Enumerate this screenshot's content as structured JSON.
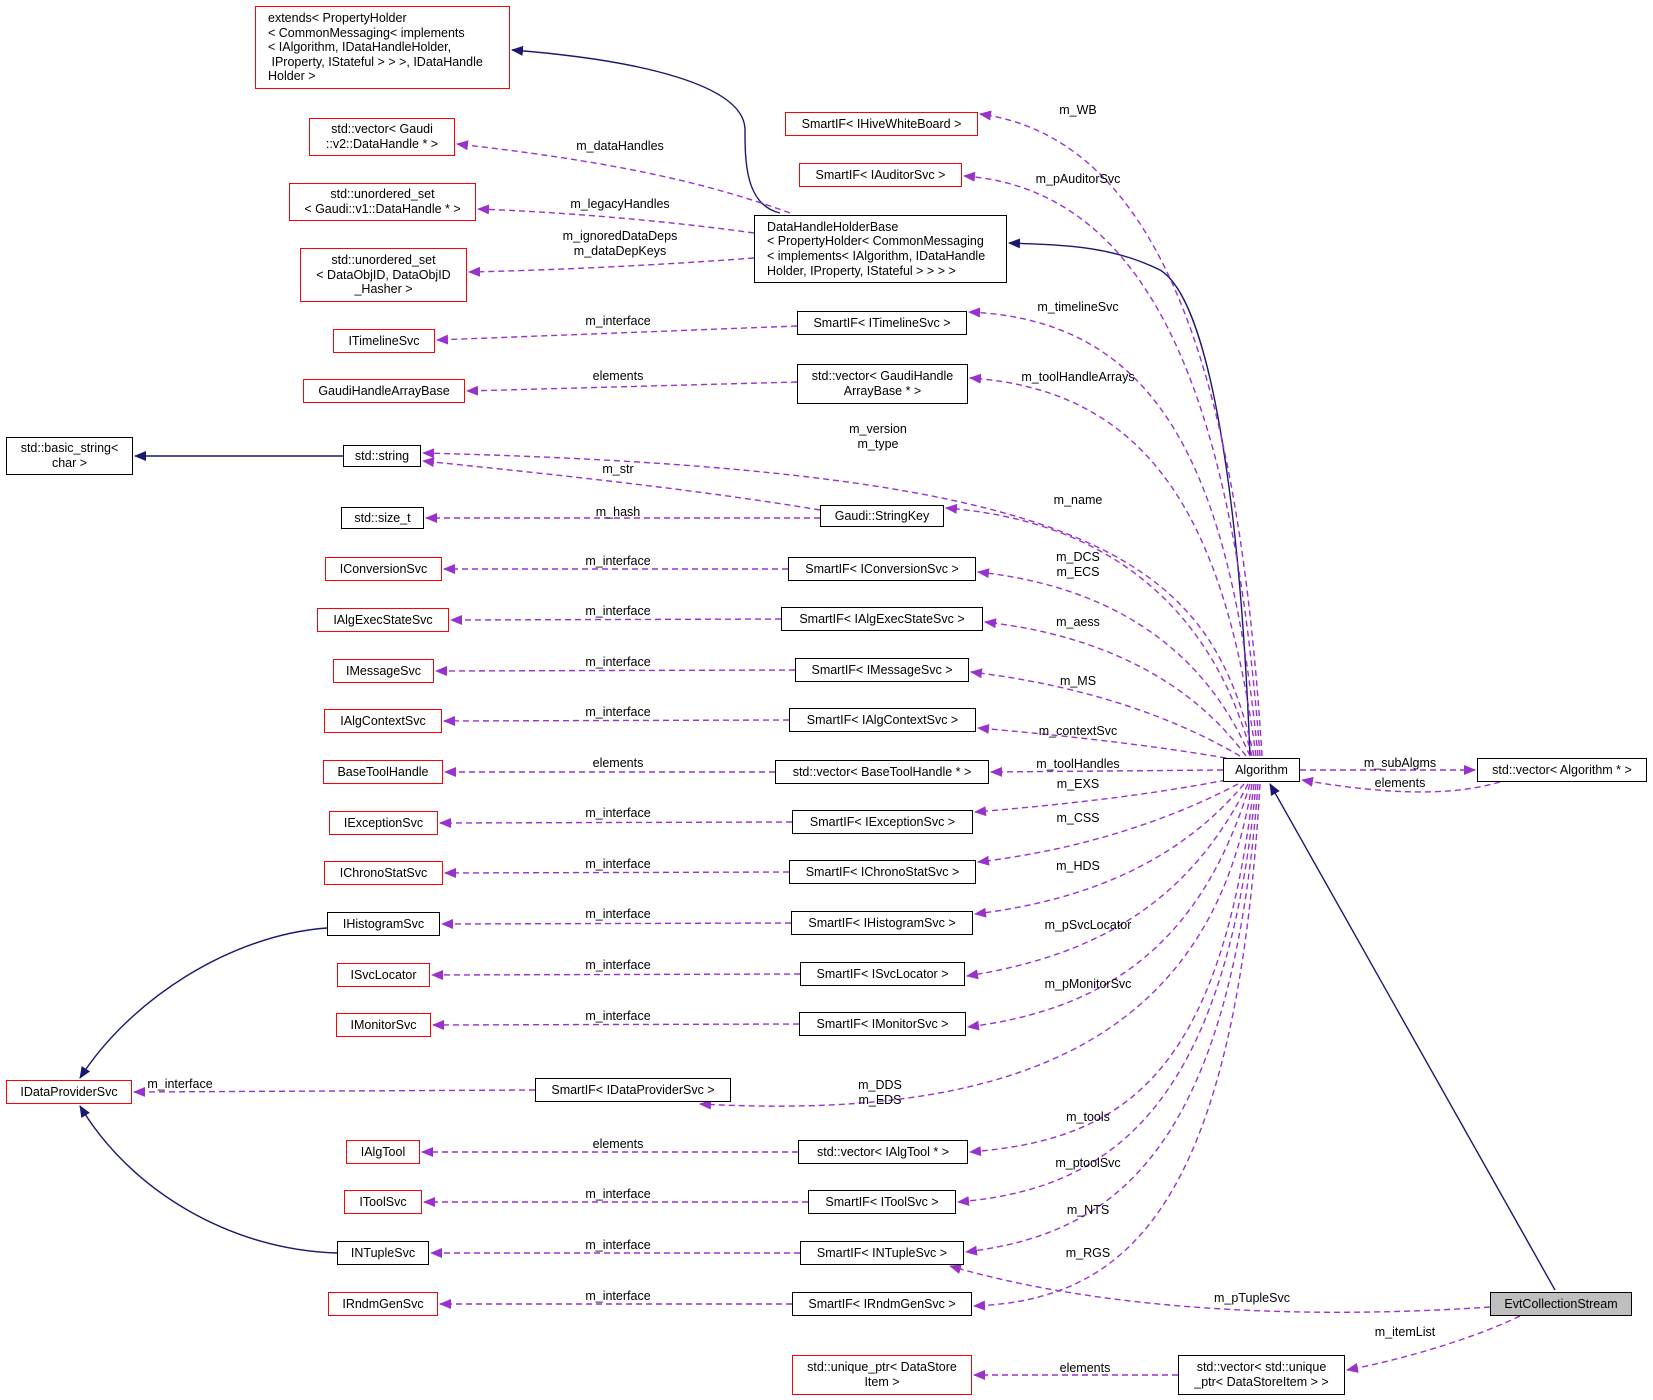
{
  "colors": {
    "inherit_edge": "#191970",
    "usage_edge": "#9932cc",
    "incomplete_border": "#ff0000",
    "complete_border": "#000000",
    "focus_fill": "#bfbfbf"
  },
  "nodes": {
    "extends_propertyholder": "extends< PropertyHolder\n< CommonMessaging< implements\n< IAlgorithm, IDataHandleHolder,\n IProperty, IStateful > > >, IDataHandle\nHolder >",
    "vector_v2_datahandle": "std::vector< Gaudi\n::v2::DataHandle * >",
    "unordered_set_v1_datahandle": "std::unordered_set\n< Gaudi::v1::DataHandle * >",
    "unordered_set_dataobjid": "std::unordered_set\n< DataObjID, DataObjID\n_Hasher >",
    "itimelinesvc": "ITimelineSvc",
    "gaudihandlearraybase": "GaudiHandleArrayBase",
    "basic_string": "std::basic_string<\nchar >",
    "std_string": "std::string",
    "std_size_t": "std::size_t",
    "iconversionsvc": "IConversionSvc",
    "ialgexecstatesvc": "IAlgExecStateSvc",
    "imessagesvc": "IMessageSvc",
    "ialgcontextsvc": "IAlgContextSvc",
    "basetoolhandle": "BaseToolHandle",
    "iexceptionsvc": "IExceptionSvc",
    "ichronostatsvc": "IChronoStatSvc",
    "ihistogramsvc": "IHistogramSvc",
    "isvclocator": "ISvcLocator",
    "imonitorsvc": "IMonitorSvc",
    "idataprovidersvc": "IDataProviderSvc",
    "ialgtool": "IAlgTool",
    "itoolsvc": "IToolSvc",
    "intuplesvc": "INTupleSvc",
    "irndmgensvc": "IRndmGenSvc",
    "unique_ptr_datastoreitem": "std::unique_ptr< DataStore\nItem >",
    "smartif_ihivewhiteboard": "SmartIF< IHiveWhiteBoard >",
    "smartif_iauditorsvc": "SmartIF< IAuditorSvc >",
    "datahandleholderbase": "DataHandleHolderBase\n< PropertyHolder< CommonMessaging\n< implements< IAlgorithm, IDataHandle\nHolder, IProperty, IStateful > > > >",
    "smartif_itimelinesvc": "SmartIF< ITimelineSvc >",
    "vector_gaudihandlearraybase": "std::vector< GaudiHandle\nArrayBase * >",
    "gaudi_stringkey": "Gaudi::StringKey",
    "smartif_iconversionsvc": "SmartIF< IConversionSvc >",
    "smartif_ialgexecstatesvc": "SmartIF< IAlgExecStateSvc >",
    "smartif_imessagesvc": "SmartIF< IMessageSvc >",
    "smartif_ialgcontextsvc": "SmartIF< IAlgContextSvc >",
    "vector_basetoolhandle": "std::vector< BaseToolHandle * >",
    "smartif_iexceptionsvc": "SmartIF< IExceptionSvc >",
    "smartif_ichronostatsvc": "SmartIF< IChronoStatSvc >",
    "smartif_ihistogramsvc": "SmartIF< IHistogramSvc >",
    "smartif_isvclocator": "SmartIF< ISvcLocator >",
    "smartif_imonitorsvc": "SmartIF< IMonitorSvc >",
    "smartif_idataprovidersvc": "SmartIF< IDataProviderSvc >",
    "vector_ialgtool": "std::vector< IAlgTool * >",
    "smartif_itoolsvc": "SmartIF< IToolSvc >",
    "smartif_intuplesvc": "SmartIF< INTupleSvc >",
    "smartif_irndmgensvc": "SmartIF< IRndmGenSvc >",
    "vector_unique_ptr_datastoreitem": "std::vector< std::unique\n_ptr< DataStoreItem > >",
    "algorithm": "Algorithm",
    "vector_algorithm": "std::vector< Algorithm * >",
    "evtcollectionstream": "EvtCollectionStream"
  },
  "edge_labels": {
    "m_dataHandles": "m_dataHandles",
    "m_legacyHandles": "m_legacyHandles",
    "m_ignoredDataDeps": "m_ignoredDataDeps\nm_dataDepKeys",
    "timeline_interface": "m_interface",
    "gh_elements": "elements",
    "m_str": "m_str",
    "m_hash": "m_hash",
    "conv_interface": "m_interface",
    "aes_interface": "m_interface",
    "msg_interface": "m_interface",
    "ctx_interface": "m_interface",
    "bth_elements": "elements",
    "exc_interface": "m_interface",
    "chrono_interface": "m_interface",
    "hist_interface": "m_interface",
    "svcloc_interface": "m_interface",
    "mon_interface": "m_interface",
    "dp_interface": "m_interface",
    "tool_elements": "elements",
    "toolsvc_interface": "m_interface",
    "ntuple_interface": "m_interface",
    "rndm_interface": "m_interface",
    "ds_elements": "elements",
    "m_WB": "m_WB",
    "m_pAuditorSvc": "m_pAuditorSvc",
    "m_timelineSvc": "m_timelineSvc",
    "m_toolHandleArrays": "m_toolHandleArrays",
    "m_version_type": "m_version\nm_type",
    "m_name": "m_name",
    "m_DCS_ECS": "m_DCS\nm_ECS",
    "m_aess": "m_aess",
    "m_MS": "m_MS",
    "m_contextSvc": "m_contextSvc",
    "m_toolHandles": "m_toolHandles",
    "m_EXS": "m_EXS",
    "m_CSS": "m_CSS",
    "m_HDS": "m_HDS",
    "m_pSvcLocator": "m_pSvcLocator",
    "m_pMonitorSvc": "m_pMonitorSvc",
    "m_DDS_EDS": "m_DDS\nm_EDS",
    "m_tools": "m_tools",
    "m_ptoolSvc": "m_ptoolSvc",
    "m_NTS": "m_NTS",
    "m_RGS": "m_RGS",
    "m_subAlgms": "m_subAlgms",
    "alg_elements": "elements",
    "m_pTupleSvc": "m_pTupleSvc",
    "m_itemList": "m_itemList"
  }
}
